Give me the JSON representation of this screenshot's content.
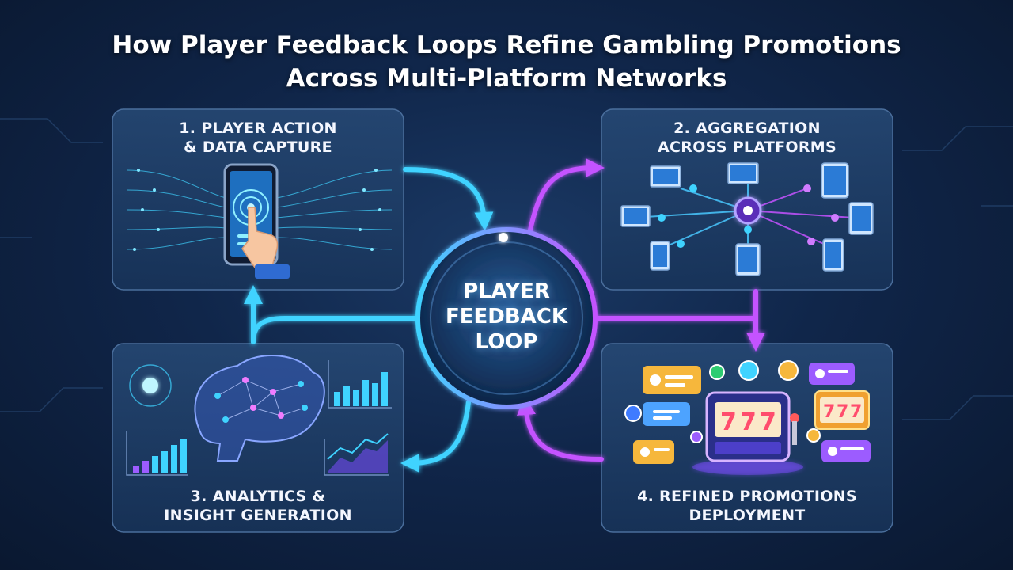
{
  "title": {
    "line1": "How Player Feedback Loops Refine Gambling Promotions",
    "line2": "Across Multi-Platform Networks"
  },
  "hub": {
    "line1": "PLAYER",
    "line2": "FEEDBACK",
    "line3": "LOOP"
  },
  "steps": [
    {
      "line1": "1. PLAYER ACTION",
      "line2": "& DATA CAPTURE",
      "icon": "smartphone-tap-icon"
    },
    {
      "line1": "2. AGGREGATION",
      "line2": "ACROSS PLATFORMS",
      "icon": "device-network-icon"
    },
    {
      "line1": "3. ANALYTICS &",
      "line2": "INSIGHT GENERATION",
      "icon": "brain-analytics-icon"
    },
    {
      "line1": "4. REFINED PROMOTIONS",
      "line2": "DEPLOYMENT",
      "icon": "slot-machine-icon"
    }
  ],
  "colors": {
    "cyan": "#3fd3ff",
    "magenta": "#c452ff",
    "panel": "#1e3a62",
    "background": "#10264a"
  }
}
